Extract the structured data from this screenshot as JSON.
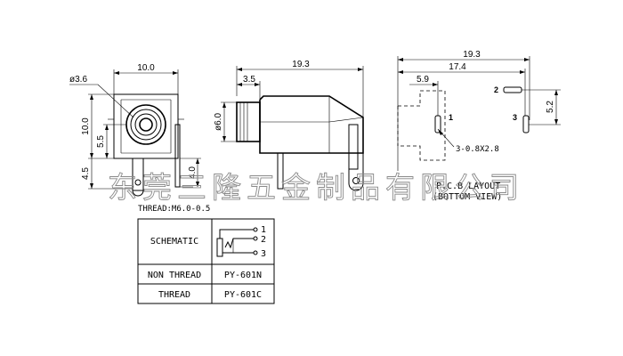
{
  "front_view": {
    "dim_width": "10.0",
    "dim_diameter": "ø3.6",
    "dim_height": "10.0",
    "dim_center": "5.5",
    "dim_pin_offset": "4.5",
    "dim_pin_length": "4.0",
    "thread_note": "THREAD:M6.0-0.5"
  },
  "side_view": {
    "dim_length": "19.3",
    "dim_thread_length": "3.5",
    "dim_diameter": "ø6.0"
  },
  "pcb_layout": {
    "dim_total": "19.3",
    "dim_pin3": "17.4",
    "dim_pin1": "5.9",
    "dim_pin_spacing": "5.2",
    "hole_spec": "3-0.8X2.8",
    "pin_labels": [
      "1",
      "2",
      "3"
    ],
    "title": "P.C.B LAYOUT",
    "subtitle": "(BOTTOM VIEW)"
  },
  "spec_table": {
    "rows": [
      {
        "label": "SCHEMATIC",
        "value": ""
      },
      {
        "label": "NON THREAD",
        "value": "PY-601N"
      },
      {
        "label": "THREAD",
        "value": "PY-601C"
      }
    ],
    "schematic_pins": [
      "1",
      "2",
      "3"
    ]
  },
  "watermark": "东莞三隆五金制品有限公司"
}
